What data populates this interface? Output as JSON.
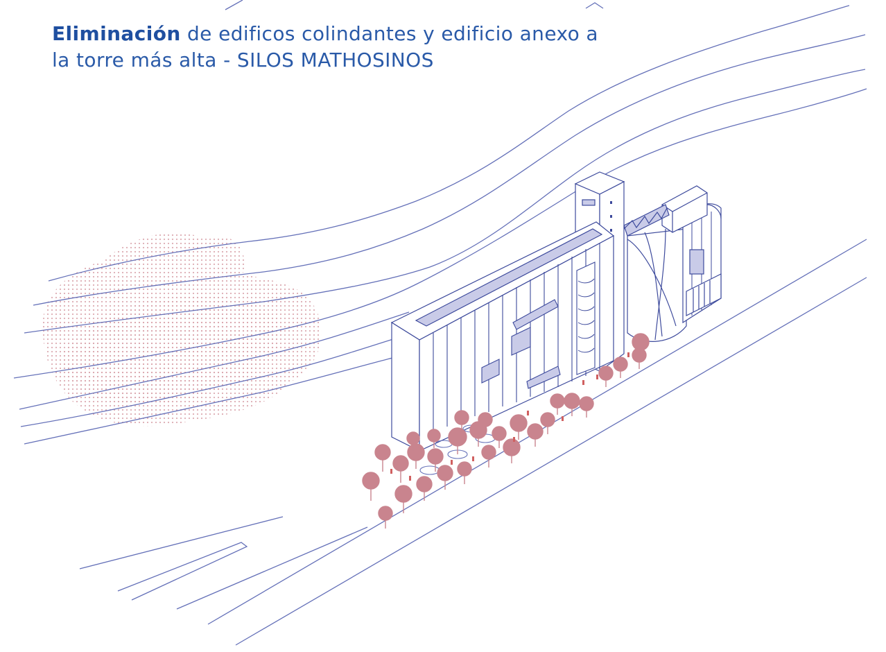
{
  "title": {
    "bold": "Eliminación",
    "line1_rest": " de edificos colindantes y edificio anexo a",
    "line2": "la torre más alta - SILOS MATHOSINOS"
  },
  "colors": {
    "line": "#6470b8",
    "line_dark": "#3d4a9c",
    "tree": "#c9848e",
    "dots": "#d9a3aa",
    "fill_band": "#c9cbe8",
    "title": "#2a5aa8"
  }
}
